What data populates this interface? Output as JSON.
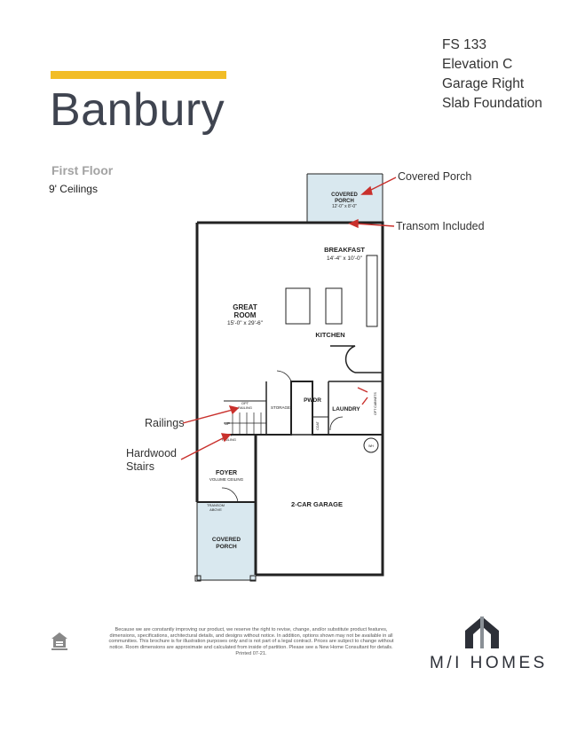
{
  "header": {
    "plan_name": "Banbury",
    "details": [
      "FS 133",
      "Elevation C",
      "Garage Right",
      "Slab Foundation"
    ]
  },
  "floor": {
    "label": "First Floor",
    "ceilings": "9' Ceilings"
  },
  "rooms": {
    "covered_porch_top": {
      "name": "COVERED",
      "name2": "PORCH",
      "dims": "12'-0\" x 8'-0\""
    },
    "breakfast": {
      "name": "BREAKFAST",
      "dims": "14'-4\" x 10'-0\""
    },
    "great_room": {
      "name": "GREAT",
      "name2": "ROOM",
      "dims": "15'-0\" x 29'-6\""
    },
    "kitchen": {
      "name": "KITCHEN"
    },
    "pwdr": {
      "name": "PWDR"
    },
    "laundry": {
      "name": "LAUNDRY"
    },
    "storage": {
      "name": "STORAGE"
    },
    "foyer": {
      "name": "FOYER",
      "note": "VOLUME CEILING"
    },
    "garage": {
      "name": "2-CAR GARAGE"
    },
    "covered_porch_bottom": {
      "name": "COVERED",
      "name2": "PORCH"
    },
    "coat": {
      "name": "COAT"
    },
    "wh": {
      "name": "WH"
    },
    "opt_railing": {
      "line1": "OPT",
      "line2": "RAILING"
    },
    "opt_railing2": {
      "line1": "OPT",
      "line2": "RAILING"
    },
    "up": {
      "name": "UP"
    },
    "transom_above": {
      "line1": "TRANSOM",
      "line2": "ABOVE"
    },
    "opt_cabinet": {
      "name": "OPT CABINETS"
    }
  },
  "callouts": {
    "covered_porch": "Covered Porch",
    "transom": "Transom Included",
    "railings": "Railings",
    "hardwood": "Hardwood",
    "stairs": "Stairs"
  },
  "footer": {
    "disclaimer": "Because we are constantly improving our product, we reserve the right to revise, change, and/or substitute product features, dimensions, specifications, architectural details, and designs without notice. In addition, options shown may not be available in all communities. This brochure is for illustration purposes only and is not part of a legal contract. Prices are subject to change without notice. Room dimensions are approximate and calculated from inside of partition. Please see a New Home Consultant for details. Printed 07-21.",
    "brand": "M/I HOMES"
  },
  "colors": {
    "accent": "#f2bd26",
    "porch_fill": "#d9e8ef",
    "arrow": "#c9302c"
  }
}
